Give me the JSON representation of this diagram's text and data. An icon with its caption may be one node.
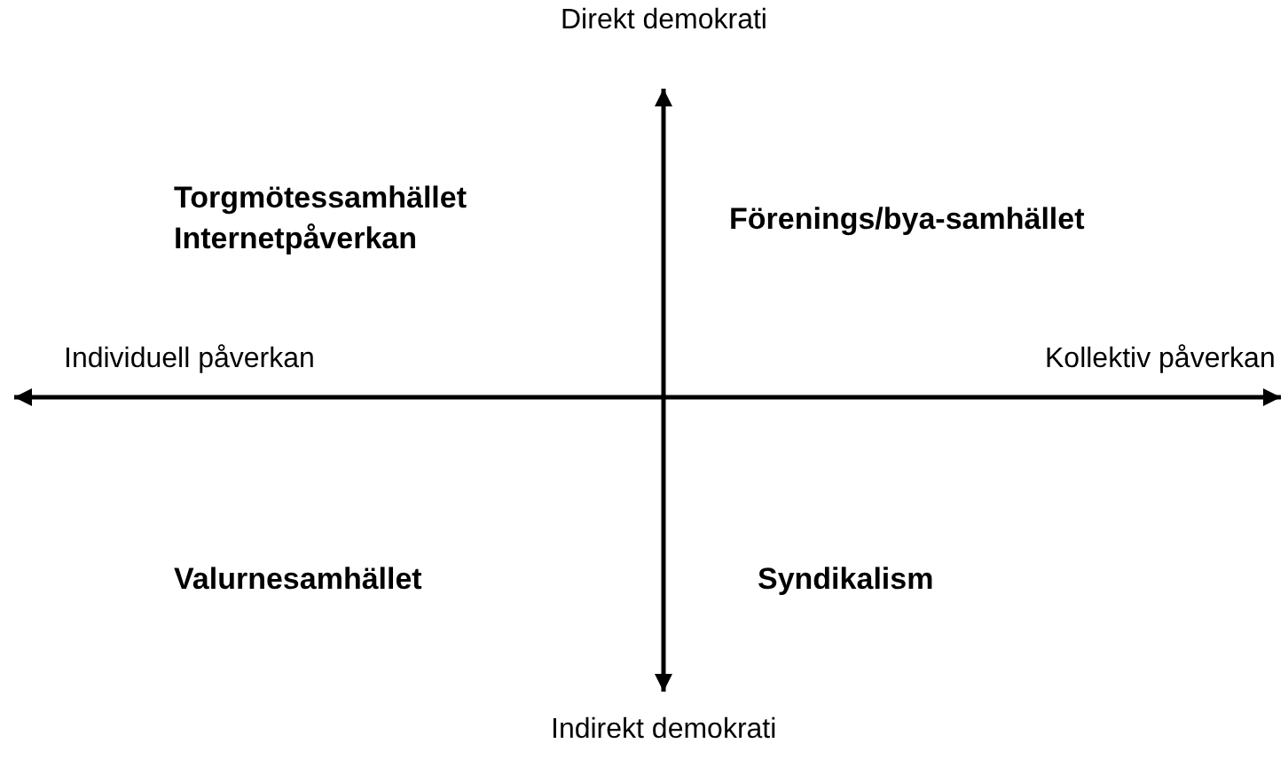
{
  "diagram": {
    "labels": [
      "Direkt demokrati",
      "Torgmötessamhället Internetpåverkan",
      "Förenings/bya-samhället",
      "Individuell påverkan",
      "Kollektiv påverkan",
      "Valurnesamhället",
      "Syndikalism",
      "Indirekt demokrati"
    ]
  }
}
